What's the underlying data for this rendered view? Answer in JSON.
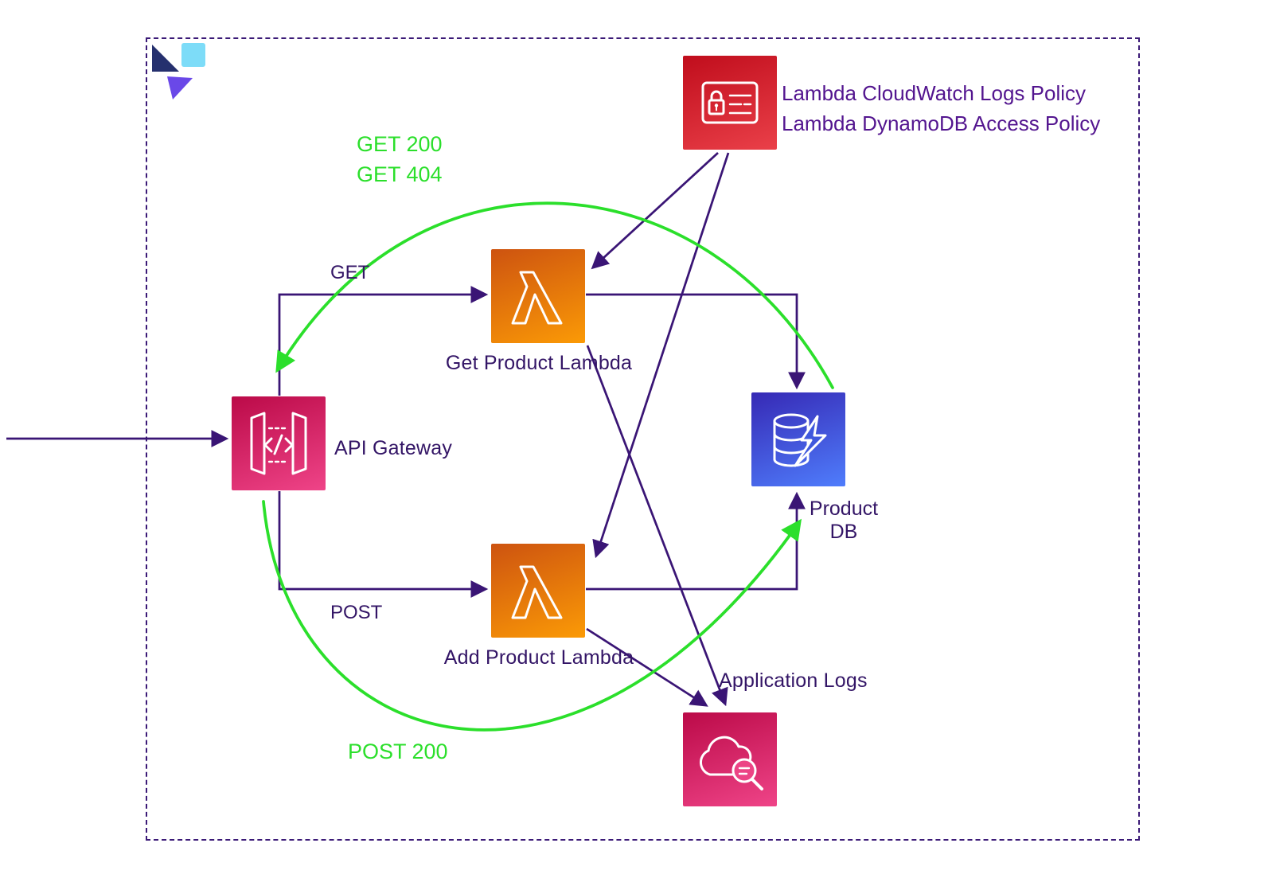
{
  "colors": {
    "line-purple": "#3a1575",
    "text-purple": "#331566",
    "policy-purple": "#53158f",
    "green": "#2bdf2b",
    "frame-purple": "#3b1a77"
  },
  "nodes": {
    "policy": {
      "icon": "iam-policy-icon",
      "line1": "Lambda CloudWatch Logs Policy",
      "line2": "Lambda DynamoDB Access Policy"
    },
    "api_gateway": {
      "icon": "api-gateway-icon",
      "label": "API Gateway"
    },
    "get_lambda": {
      "icon": "lambda-icon",
      "label": "Get Product Lambda"
    },
    "add_lambda": {
      "icon": "lambda-icon",
      "label": "Add Product Lambda"
    },
    "product_db": {
      "icon": "dynamodb-icon",
      "line1": "Product",
      "line2": "DB"
    },
    "app_logs": {
      "icon": "cloudwatch-logs-icon",
      "label": "Application Logs"
    }
  },
  "edge_labels": {
    "get": "GET",
    "post": "POST",
    "get_200": "GET 200",
    "get_404": "GET 404",
    "post_200": "POST 200"
  }
}
